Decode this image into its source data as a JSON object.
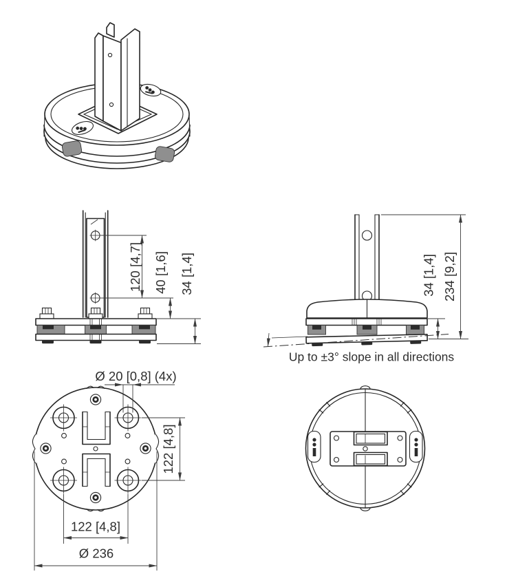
{
  "front_view": {
    "dim_hole_spacing": "120 [4,7]",
    "dim_hole_to_base": "40 [1,6]",
    "dim_base_height": "34 [1,4]"
  },
  "side_view": {
    "dim_base_height": "34 [1,4]",
    "dim_total_height": "234 [9,2]",
    "slope_note": "Up to ±3° slope in all directions"
  },
  "plan_view": {
    "dim_hole_diameter": "Ø 20 [0,8] (4x)",
    "dim_hole_spacing_vertical": "122 [4,8]",
    "dim_hole_spacing_horizontal": "122 [4,8]",
    "dim_outer_diameter": "Ø 236"
  },
  "colors": {
    "line": "#262626",
    "dimension": "#3c3c3c",
    "pad_gray": "#8f8f8f",
    "dark_fill": "#2b2b2b",
    "background": "#ffffff"
  }
}
